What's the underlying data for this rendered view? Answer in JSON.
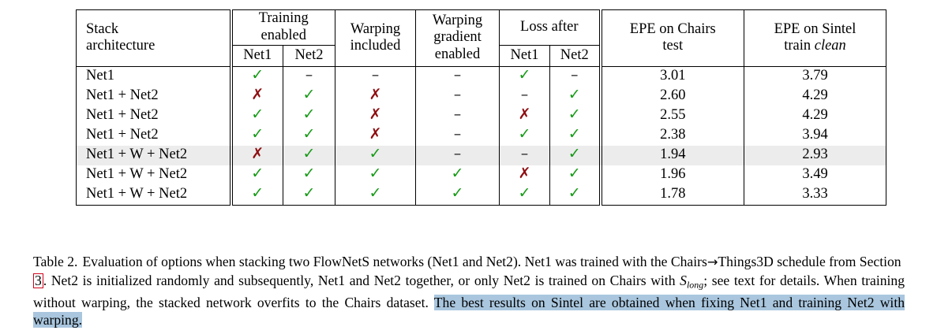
{
  "table": {
    "headers": {
      "stack_architecture": [
        "Stack",
        "architecture"
      ],
      "training_enabled": [
        "Training",
        "enabled"
      ],
      "training_enabled_sub": [
        "Net1",
        "Net2"
      ],
      "warping_included": [
        "Warping",
        "included"
      ],
      "warping_gradient_enabled": [
        "Warping",
        "gradient",
        "enabled"
      ],
      "loss_after": [
        "Loss after"
      ],
      "loss_after_sub": [
        "Net1",
        "Net2"
      ],
      "epe_chairs": [
        "EPE on Chairs",
        "test"
      ],
      "epe_sintel": [
        "EPE on Sintel",
        "train ",
        "clean"
      ]
    },
    "rows": [
      {
        "architecture": "Net1",
        "train_net1": "check",
        "train_net2": "dash",
        "warping_included": "dash",
        "warping_gradient": "dash",
        "loss_net1": "check",
        "loss_net2": "dash",
        "epe_chairs": "3.01",
        "epe_chairs_bold": false,
        "epe_sintel": "3.79",
        "epe_sintel_bold": false,
        "highlighted": false
      },
      {
        "architecture": "Net1 + Net2",
        "train_net1": "cross",
        "train_net2": "check",
        "warping_included": "cross",
        "warping_gradient": "dash",
        "loss_net1": "dash",
        "loss_net2": "check",
        "epe_chairs": "2.60",
        "epe_chairs_bold": false,
        "epe_sintel": "4.29",
        "epe_sintel_bold": false,
        "highlighted": false
      },
      {
        "architecture": "Net1 + Net2",
        "train_net1": "check",
        "train_net2": "check",
        "warping_included": "cross",
        "warping_gradient": "dash",
        "loss_net1": "cross",
        "loss_net2": "check",
        "epe_chairs": "2.55",
        "epe_chairs_bold": false,
        "epe_sintel": "4.29",
        "epe_sintel_bold": false,
        "highlighted": false
      },
      {
        "architecture": "Net1 + Net2",
        "train_net1": "check",
        "train_net2": "check",
        "warping_included": "cross",
        "warping_gradient": "dash",
        "loss_net1": "check",
        "loss_net2": "check",
        "epe_chairs": "2.38",
        "epe_chairs_bold": false,
        "epe_sintel": "3.94",
        "epe_sintel_bold": false,
        "highlighted": false
      },
      {
        "architecture": "Net1 + W + Net2",
        "train_net1": "cross",
        "train_net2": "check",
        "warping_included": "check",
        "warping_gradient": "dash",
        "loss_net1": "dash",
        "loss_net2": "check",
        "epe_chairs": "1.94",
        "epe_chairs_bold": false,
        "epe_sintel": "2.93",
        "epe_sintel_bold": true,
        "highlighted": true
      },
      {
        "architecture": "Net1 + W + Net2",
        "train_net1": "check",
        "train_net2": "check",
        "warping_included": "check",
        "warping_gradient": "check",
        "loss_net1": "cross",
        "loss_net2": "check",
        "epe_chairs": "1.96",
        "epe_chairs_bold": false,
        "epe_sintel": "3.49",
        "epe_sintel_bold": false,
        "highlighted": false
      },
      {
        "architecture": "Net1 + W + Net2",
        "train_net1": "check",
        "train_net2": "check",
        "warping_included": "check",
        "warping_gradient": "check",
        "loss_net1": "check",
        "loss_net2": "check",
        "epe_chairs": "1.78",
        "epe_chairs_bold": true,
        "epe_sintel": "3.33",
        "epe_sintel_bold": false,
        "highlighted": false
      }
    ],
    "glyphs": {
      "check": "✓",
      "cross": "✗",
      "dash": "–"
    },
    "colors": {
      "check": "#159a16",
      "cross": "#8e0f12",
      "row_highlight": "#ececec",
      "rule": "#000000"
    }
  },
  "caption": {
    "label": "Table 2.",
    "part1": "Evaluation of options when stacking two FlowNetS networks (Net1 and Net2). Net1 was trained with the Chairs",
    "arrow": "→",
    "part2": "Things3D schedule from Section",
    "ref": "3",
    "part3": ". Net2 is initialized randomly and subsequently, Net1 and Net2 together, or only Net2 is trained on Chairs with",
    "symbol_base": "S",
    "symbol_sub": "long",
    "part4": "; see text for details. When training without warping, the stacked network overfits to the Chairs dataset.",
    "highlighted_text": "The best results on Sintel are obtained when fixing Net1 and training Net2 with warping.",
    "highlight_color": "#a9c6de",
    "ref_box_color": "#d0021b"
  }
}
